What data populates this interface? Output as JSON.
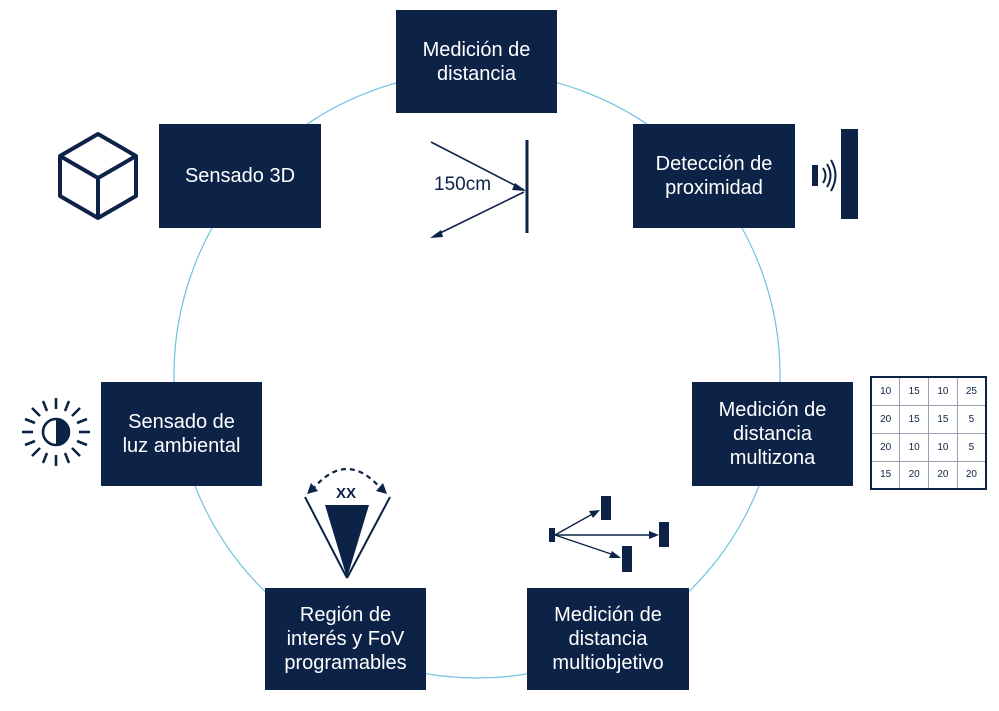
{
  "nodes": [
    {
      "id": "distance",
      "label": "Medición de\ndistancia"
    },
    {
      "id": "proximity",
      "label": "Detección de\nproximidad"
    },
    {
      "id": "multizone",
      "label": "Medición de\ndistancia\nmultizona"
    },
    {
      "id": "multitarget",
      "label": "Medición de\ndistancia\nmultiobjetivo"
    },
    {
      "id": "roi",
      "label": "Región de\ninterés y FoV\nprogramables"
    },
    {
      "id": "ambient",
      "label": "Sensado de\nluz ambiental"
    },
    {
      "id": "sensing3d",
      "label": "Sensado 3D"
    }
  ],
  "distance_label": "150cm",
  "roi_label": "XX",
  "zone_grid": [
    [
      "10",
      "15",
      "10",
      "25"
    ],
    [
      "20",
      "15",
      "15",
      "5"
    ],
    [
      "20",
      "10",
      "10",
      "5"
    ],
    [
      "15",
      "20",
      "20",
      "20"
    ]
  ],
  "colors": {
    "box": "#0c2347",
    "ring": "#6fc3de",
    "icon": "#0c2347"
  }
}
